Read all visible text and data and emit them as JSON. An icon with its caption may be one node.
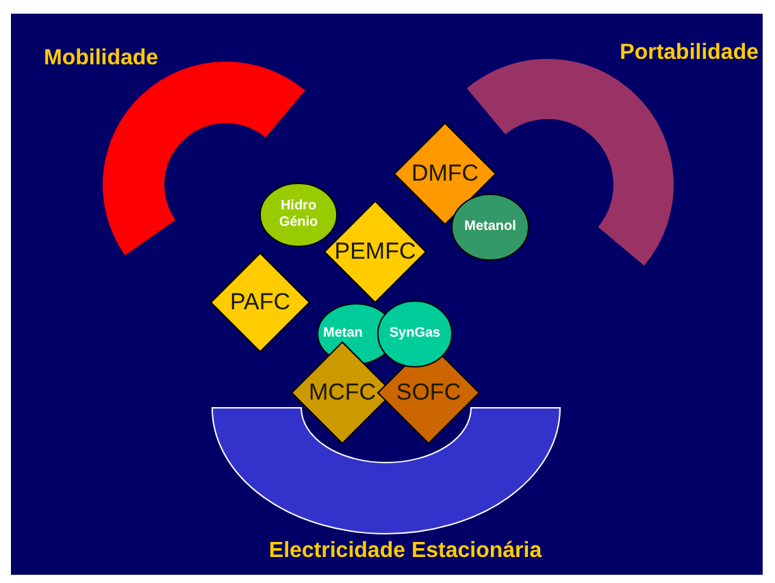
{
  "diagram": {
    "nodes": [
      {
        "text": [
          "Mobilidade"
        ]
      },
      {
        "text": [
          "Portabilidade"
        ]
      },
      {
        "text": [
          "DMFC"
        ]
      },
      {
        "text": [
          "Hidro Génio"
        ]
      },
      {
        "text": [
          "PEMFC"
        ]
      },
      {
        "text": [
          "Metanol"
        ]
      },
      {
        "text": [
          "PAFC"
        ]
      },
      {
        "text": [
          "Metan"
        ]
      },
      {
        "text": [
          "SynGas"
        ]
      },
      {
        "text": [
          "MCFC"
        ]
      },
      {
        "text": [
          "SOFC"
        ]
      },
      {
        "text": [
          "Electricidade Estacionária"
        ]
      }
    ]
  }
}
